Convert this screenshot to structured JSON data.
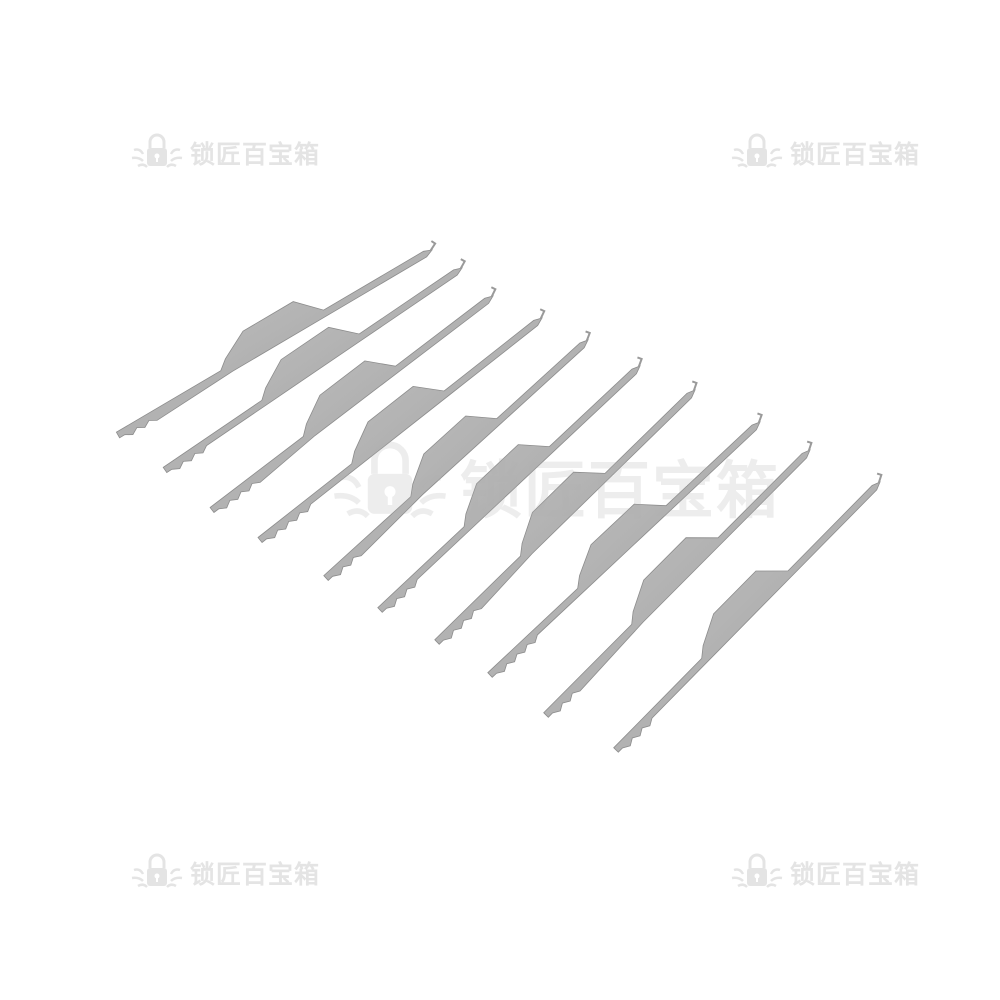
{
  "image": {
    "subject": "lock-pick-set",
    "background_color": "#ffffff",
    "metal_color": "#b9b9b9"
  },
  "watermark": {
    "text": "锁匠百宝箱",
    "icon": "padlock-logo-icon"
  },
  "picks": [
    {
      "tip": "hook",
      "count_index": 1
    },
    {
      "tip": "wave",
      "count_index": 2
    },
    {
      "tip": "rake",
      "count_index": 3
    },
    {
      "tip": "half-diamond",
      "count_index": 4
    },
    {
      "tip": "snake-rake",
      "count_index": 5
    },
    {
      "tip": "bogota",
      "count_index": 6
    },
    {
      "tip": "wave-rake",
      "count_index": 7
    },
    {
      "tip": "city-rake",
      "count_index": 8
    },
    {
      "tip": "offset-hook",
      "count_index": 9
    },
    {
      "tip": "long-rake",
      "count_index": 10
    }
  ]
}
